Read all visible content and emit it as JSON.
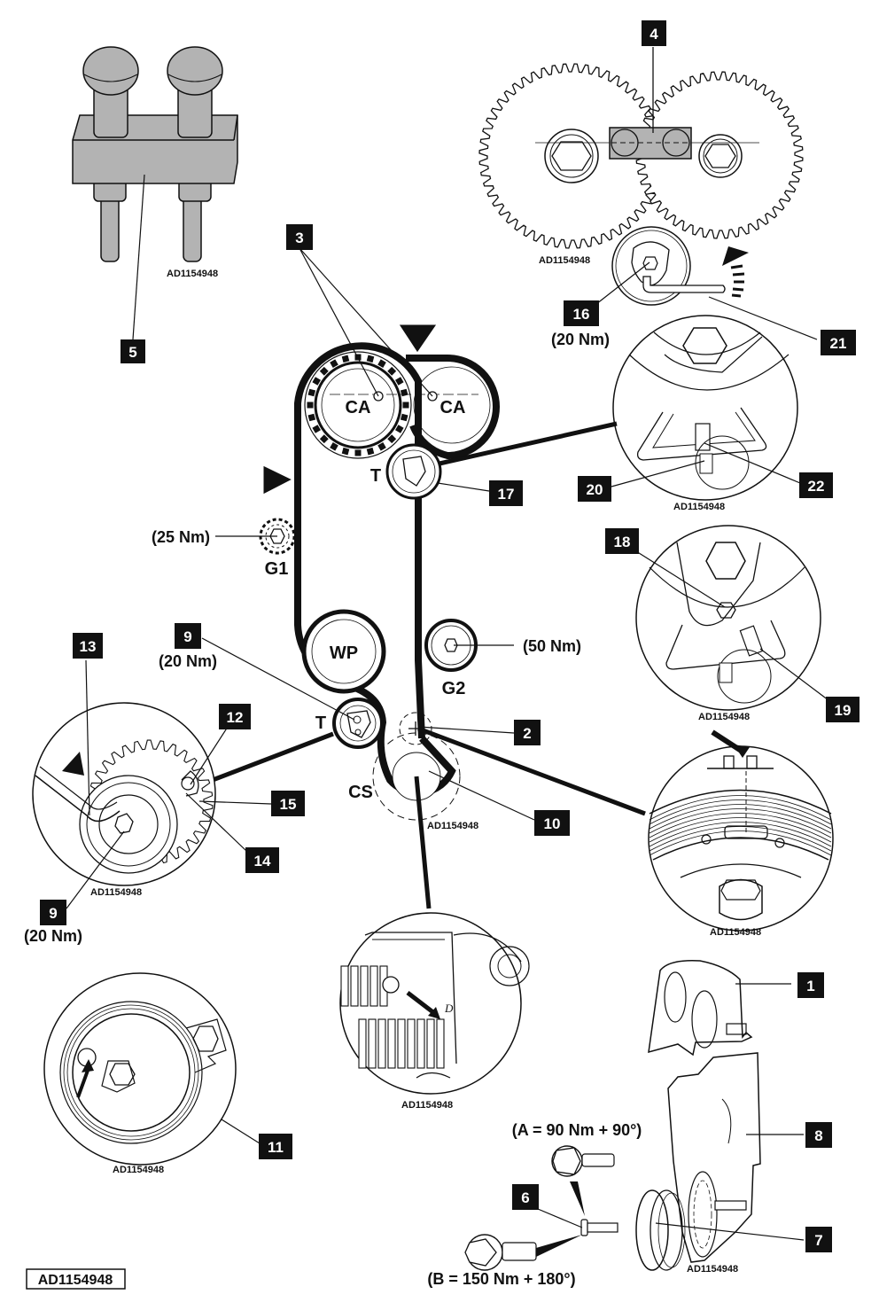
{
  "document": {
    "reference_code": "AD1154948",
    "footer_code": "AD1154948"
  },
  "colors": {
    "ink": "#111111",
    "tool_fill": "#b3b3b3",
    "callout_bg": "#111111",
    "callout_text": "#ffffff",
    "background": "#ffffff"
  },
  "callouts": {
    "c1": "1",
    "c2": "2",
    "c3": "3",
    "c4": "4",
    "c5": "5",
    "c6": "6",
    "c7": "7",
    "c8": "8",
    "c9a": "9",
    "c9b": "9",
    "c10": "10",
    "c11": "11",
    "c12": "12",
    "c13": "13",
    "c14": "14",
    "c15": "15",
    "c16": "16",
    "c17": "17",
    "c18": "18",
    "c19": "19",
    "c20": "20",
    "c21": "21",
    "c22": "22"
  },
  "torques": {
    "t16": "(20 Nm)",
    "t9a": "(20 Nm)",
    "t9b": "(20 Nm)",
    "g1": "(25 Nm)",
    "g2": "(50 Nm)",
    "bolt_a": "(A = 90 Nm + 90°)",
    "bolt_b": "(B = 150 Nm + 180°)"
  },
  "pulleys": {
    "camshaft_left": "CA",
    "camshaft_right": "CA",
    "water_pump": "WP",
    "tensioner_upper": "T",
    "tensioner_lower": "T",
    "idler_g1": "G1",
    "idler_g2": "G2",
    "crankshaft": "CS"
  },
  "inset_refs": {
    "tool": "AD1154948",
    "cam_gears": "AD1154948",
    "tensioner_detail_1": "AD1154948",
    "tensioner_detail_2": "AD1154948",
    "crank_pulley": "AD1154948",
    "tensioner_lock": "AD1154948",
    "crank_sprocket": "AD1154948",
    "tensioner_mark": "AD1154948",
    "covers": "AD1154948",
    "main": "AD1154948"
  },
  "marks": {
    "crank_sprocket_letter": "D"
  }
}
